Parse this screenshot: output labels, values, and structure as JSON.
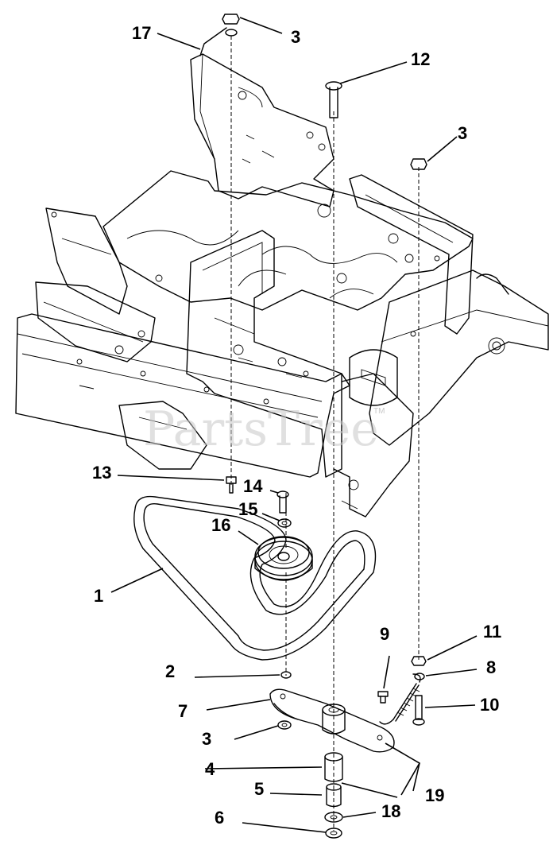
{
  "watermark": {
    "text": "PartsTree",
    "tm": "TM"
  },
  "callouts": [
    {
      "id": "c1",
      "label": "1"
    },
    {
      "id": "c2",
      "label": "2"
    },
    {
      "id": "c3a",
      "label": "3"
    },
    {
      "id": "c3b",
      "label": "3"
    },
    {
      "id": "c3c",
      "label": "3"
    },
    {
      "id": "c4",
      "label": "4"
    },
    {
      "id": "c5",
      "label": "5"
    },
    {
      "id": "c6",
      "label": "6"
    },
    {
      "id": "c7",
      "label": "7"
    },
    {
      "id": "c8",
      "label": "8"
    },
    {
      "id": "c9",
      "label": "9"
    },
    {
      "id": "c10",
      "label": "10"
    },
    {
      "id": "c11",
      "label": "11"
    },
    {
      "id": "c12",
      "label": "12"
    },
    {
      "id": "c13",
      "label": "13"
    },
    {
      "id": "c14",
      "label": "14"
    },
    {
      "id": "c15",
      "label": "15"
    },
    {
      "id": "c16",
      "label": "16"
    },
    {
      "id": "c17",
      "label": "17"
    },
    {
      "id": "c18",
      "label": "18"
    },
    {
      "id": "c19",
      "label": "19"
    }
  ]
}
